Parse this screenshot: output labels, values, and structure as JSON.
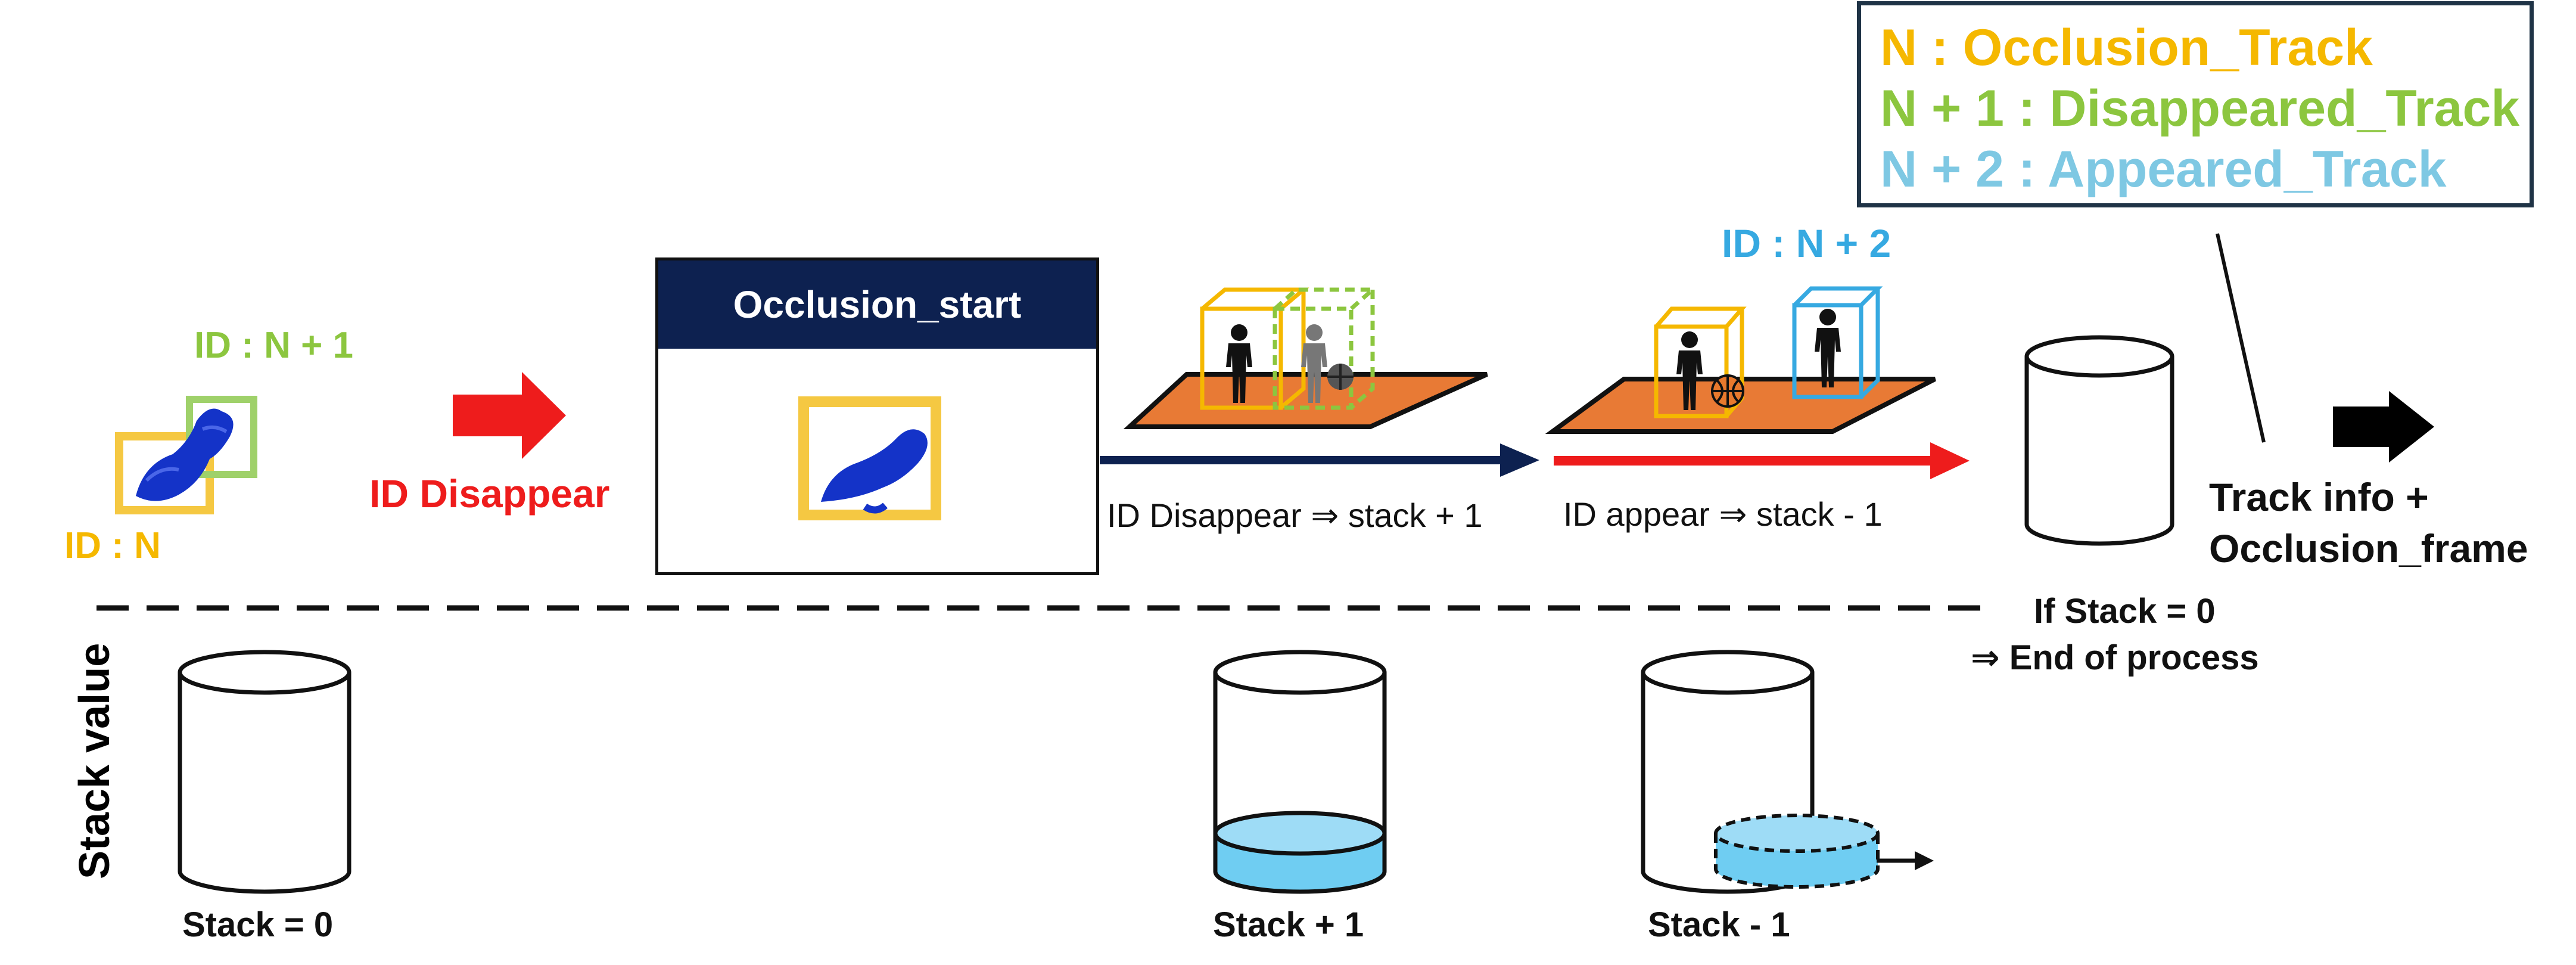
{
  "legend": {
    "items": [
      {
        "text": "N : Occlusion_Track",
        "color": "#f5b800"
      },
      {
        "text": "N + 1 : Disappeared_Track",
        "color": "#8cc63f"
      },
      {
        "text": "N + 2 : Appeared_Track",
        "color": "#7ec8e3"
      }
    ]
  },
  "labels": {
    "id_n_plus_1": "ID : N + 1",
    "id_n": "ID : N",
    "id_disappear": "ID Disappear",
    "occlusion_start": "Occlusion_start",
    "id_n_plus_2": "ID : N + 2",
    "disappear_rule": "ID Disappear ⇒ stack + 1",
    "appear_rule": "ID appear ⇒ stack - 1",
    "output_line1": "Track info +",
    "output_line2": "Occlusion_frame",
    "end_condition_line1": "If Stack = 0",
    "end_condition_line2": "⇒ End of process",
    "stack_value": "Stack value",
    "stack_zero": "Stack = 0",
    "stack_plus": "Stack + 1",
    "stack_minus": "Stack - 1"
  },
  "colors": {
    "occlusion_track": "#f5b800",
    "disappeared_track": "#8cc63f",
    "appeared_track": "#36a9e1",
    "alert_red": "#ee1c1c",
    "navy": "#0d2150",
    "court": "#e87a35",
    "stack_fill": "#6fcdf2"
  },
  "icons": [
    "red-arrow-icon",
    "black-arrow-icon",
    "person-icon",
    "basketball-icon",
    "cylinder-icon"
  ]
}
